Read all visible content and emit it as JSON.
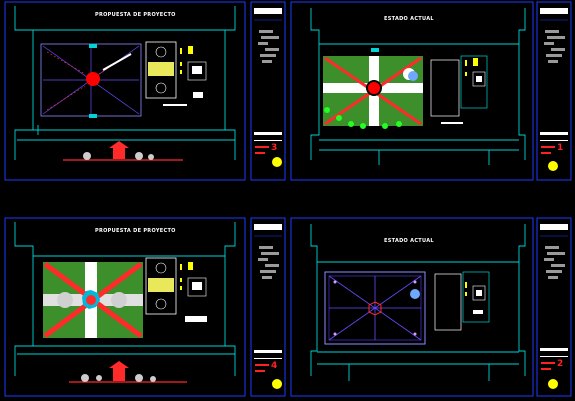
{
  "colors": {
    "background": "#000000",
    "frame": "#1a3cff",
    "street": "#00d5d5",
    "title_text": "#ffffff",
    "lawn": "#3c8f2a",
    "diagonal_path": "#ff2a2a",
    "fountain": "#ff0000",
    "court_yellow": "#e8e85a",
    "tree_green": "#22ff22",
    "stamp_yellow": "#ffff00",
    "sheet_number": "#ff2020"
  },
  "sheets": [
    {
      "title": "PROPUESTA DE PROYECTO",
      "sheet_number": "3",
      "variant": "proposal-outline"
    },
    {
      "title": "ESTADO ACTUAL",
      "sheet_number": "1",
      "variant": "existing-colored"
    },
    {
      "title": "PROPUESTA DE PROYECTO",
      "sheet_number": "4",
      "variant": "proposal-colored"
    },
    {
      "title": "ESTADO ACTUAL",
      "sheet_number": "2",
      "variant": "existing-outline"
    }
  ]
}
